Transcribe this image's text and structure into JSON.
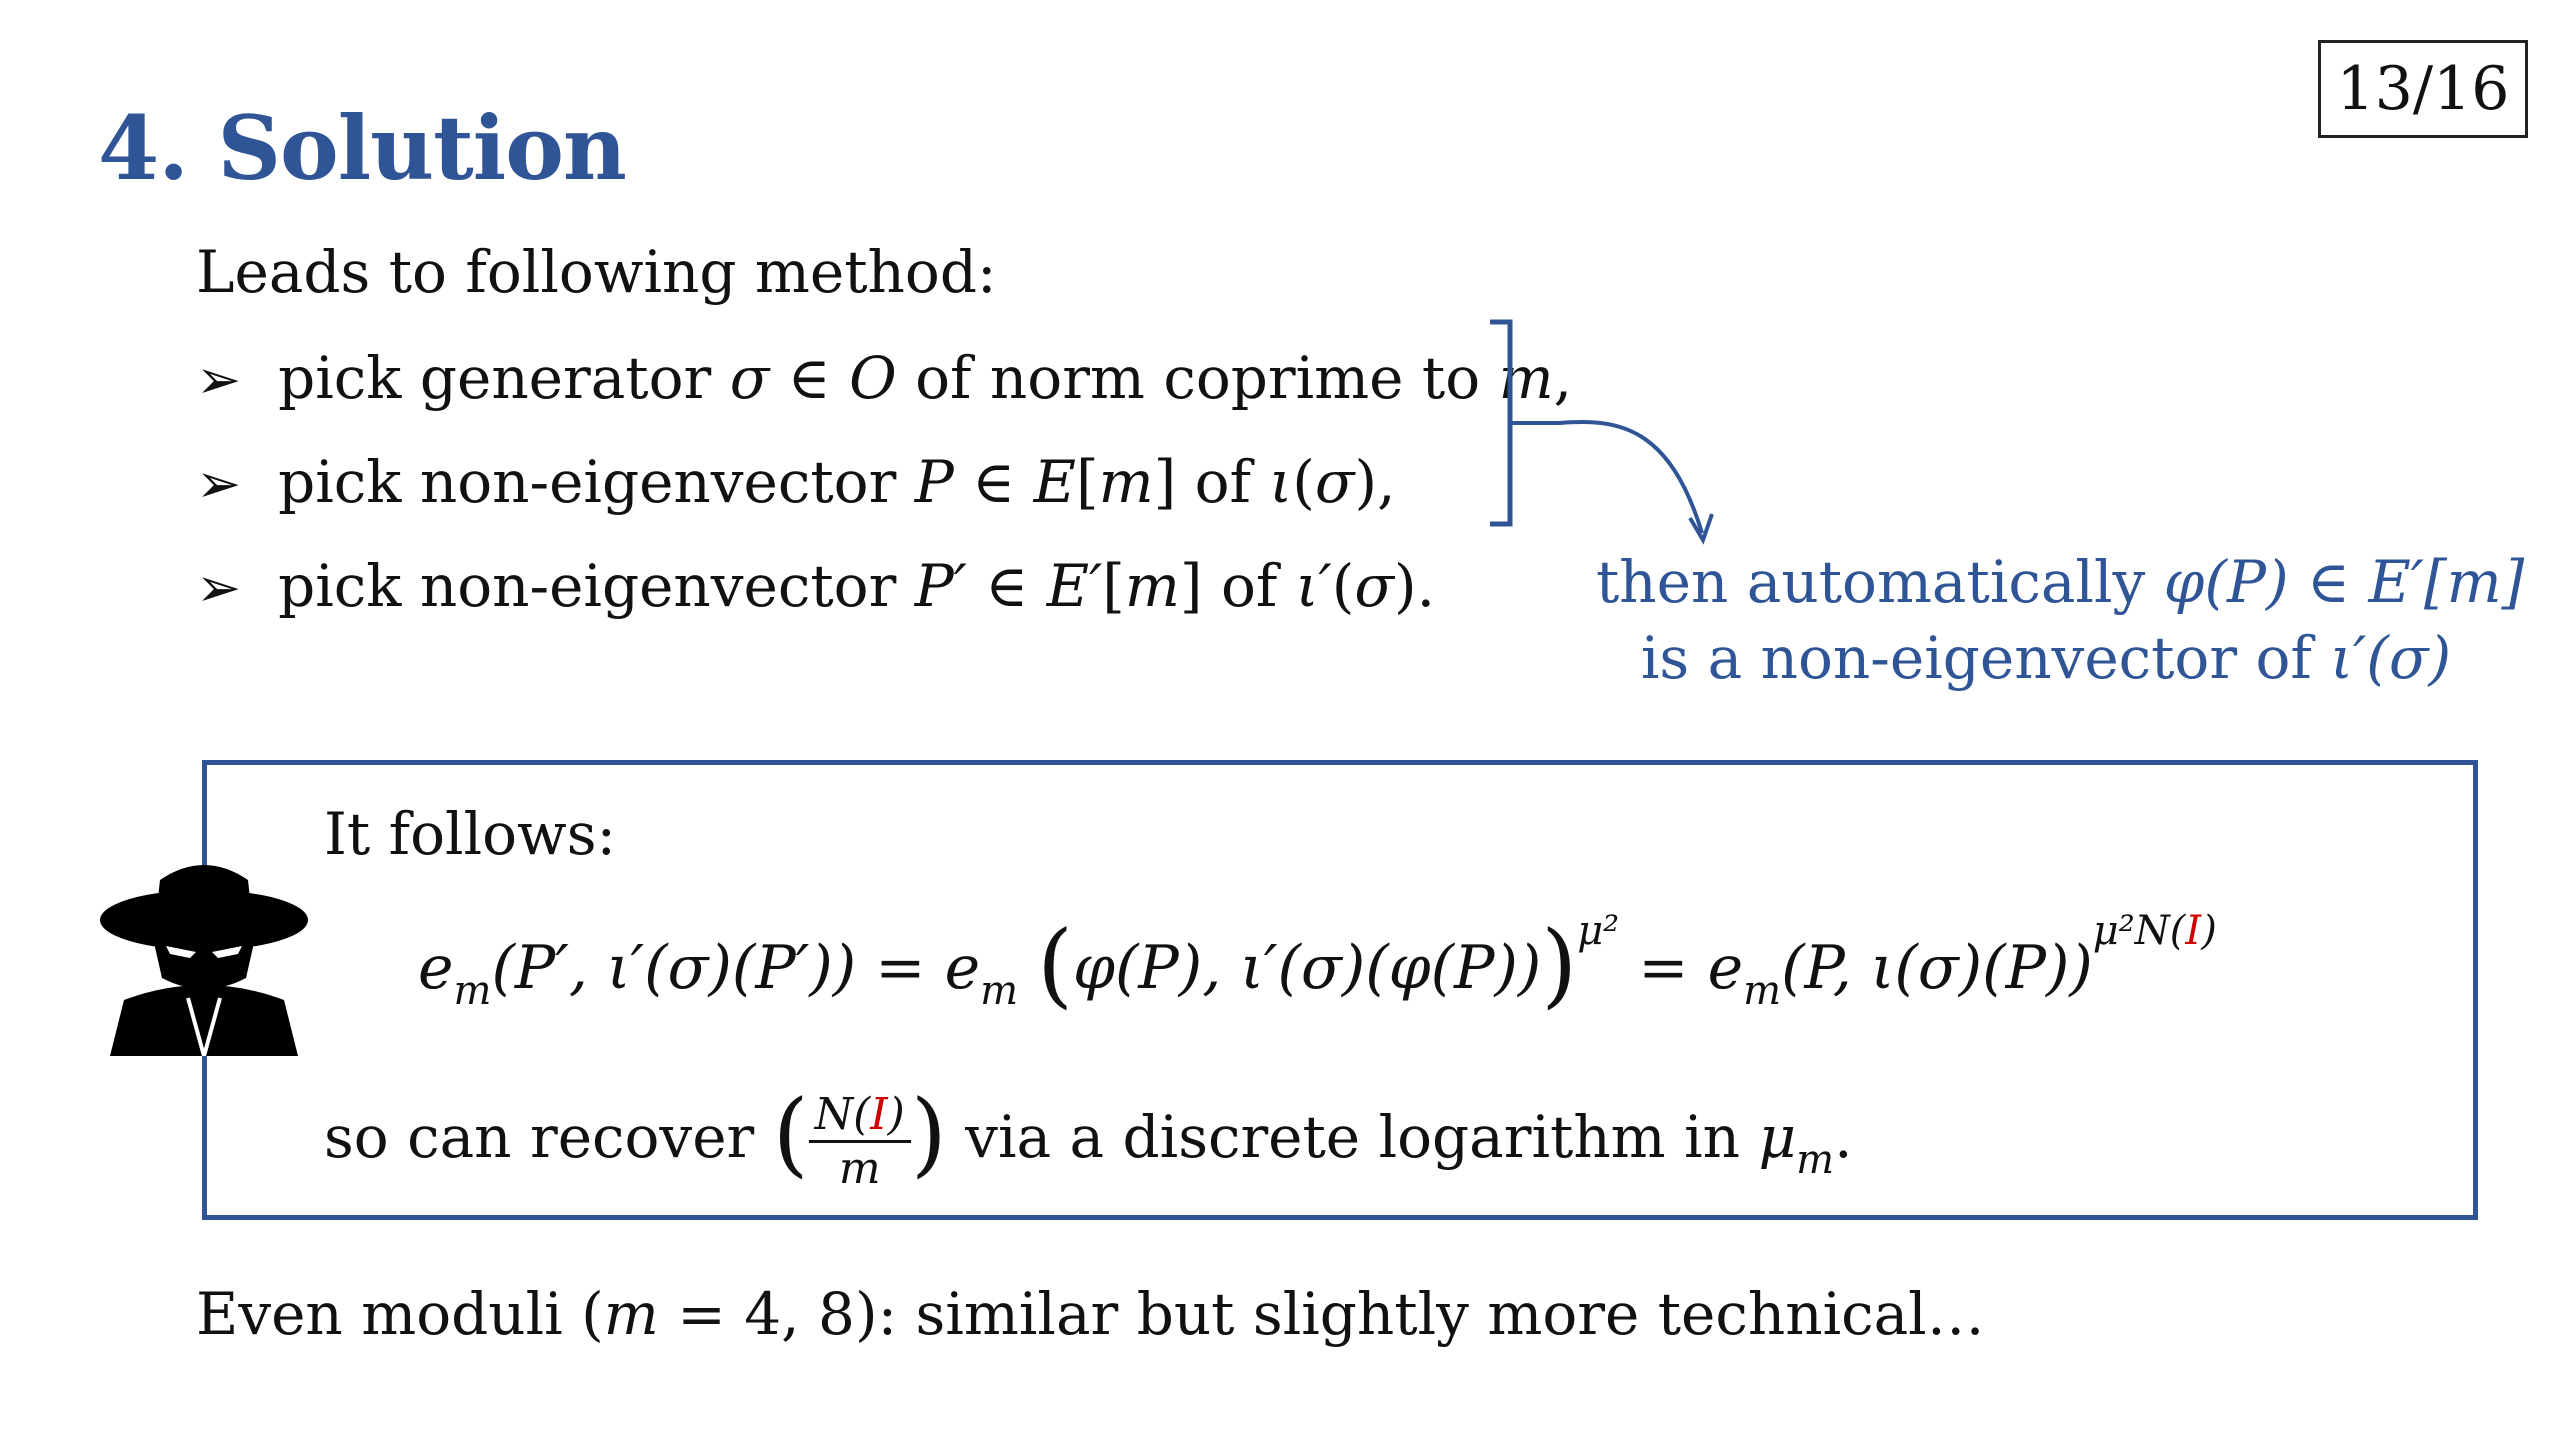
{
  "page_number": "13/16",
  "title": "4. Solution",
  "intro": "Leads to following method:",
  "bullets": [
    {
      "pre": "pick generator ",
      "m1": "σ",
      "mid1": " ∈ ",
      "m2": "O",
      "post": " of norm coprime to ",
      "m3": "m",
      "tail": ","
    },
    {
      "pre": "pick non-eigenvector ",
      "m1": "P",
      "mid1": " ∈ ",
      "m2": "E",
      "post": "[",
      "m3": "m",
      "tail": "] of ",
      "m4": "ι",
      "tail2": "(",
      "m5": "σ",
      "tail3": "),"
    },
    {
      "pre": "pick non-eigenvector ",
      "m1": "P′",
      "mid1": " ∈ ",
      "m2": "E′",
      "post": "[",
      "m3": "m",
      "tail": "] of ",
      "m4": "ι′",
      "tail2": "(",
      "m5": "σ",
      "tail3": ")."
    }
  ],
  "callout": {
    "line1_pre": "then automatically ",
    "line1_math": "φ(P) ∈ E′[m]",
    "line2_pre": "is a non-eigenvector of ",
    "line2_math": "ι′(σ)"
  },
  "box": {
    "follows": "It follows:",
    "recover_pre": "so can recover ",
    "recover_num_pre": "N(",
    "recover_num_red": "I",
    "recover_num_post": ")",
    "recover_den": "m",
    "recover_post": " via a discrete logarithm in ",
    "recover_mu": "μ",
    "recover_mu_sub": "m",
    "recover_end": "."
  },
  "equation": {
    "lhs": "e",
    "sub": "m",
    "arg1": "(P′, ι′(σ)(P′))",
    "eq1": " = ",
    "mid_open": "(",
    "mid_body": "φ(P), ι′(σ)(φ(P))",
    "mid_close": ")",
    "exp1": "μ²",
    "eq2": " = ",
    "rhs_body": "(P, ι(σ)(P))",
    "exp2_pre": "μ²N(",
    "exp2_red": "I",
    "exp2_post": ")"
  },
  "footer": {
    "pre": "Even moduli (",
    "math": "m",
    "mid": " = 4, 8): similar but slightly more technical…"
  },
  "colors": {
    "accent": "#2f5597",
    "highlight": "#d00000"
  },
  "icons": {
    "spy": "spy-icon",
    "bullet": "arrow-bullet-icon"
  }
}
